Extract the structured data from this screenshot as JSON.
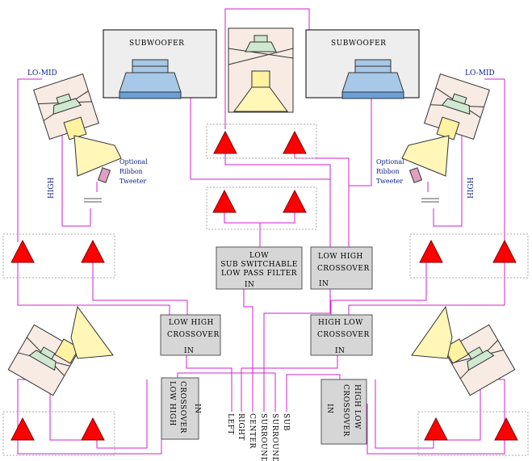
{
  "speakers": {
    "sub_left_label": "SUBWOOFER",
    "sub_right_label": "SUBWOOFER",
    "lomid_left_label": "LO-MID",
    "lomid_right_label": "LO-MID",
    "high_left_label": "HIGH",
    "high_right_label": "HIGH",
    "ribbon_left": [
      "Optional",
      "Ribbon",
      "Tweeter"
    ],
    "ribbon_right": [
      "Optional",
      "Ribbon",
      "Tweeter"
    ]
  },
  "boxes": {
    "sub_filter": [
      "LOW",
      "SUB SWITCHABLE",
      "LOW PASS FILTER",
      "IN"
    ],
    "crossover_right_upper": [
      "LOW  HIGH",
      "CROSSOVER",
      "IN"
    ],
    "crossover_left_mid": [
      "LOW  HIGH",
      "CROSSOVER",
      "IN"
    ],
    "crossover_right_mid": [
      "HIGH  LOW",
      "CROSSOVER",
      "IN"
    ],
    "crossover_left_low": [
      "LOW  HIGH",
      "CROSSOVER",
      "IN"
    ],
    "crossover_right_low": [
      "HIGH  LOW",
      "CROSSOVER",
      "IN"
    ]
  },
  "inputs": [
    "LEFT",
    "RIGHT",
    "CENTER",
    "SURROUND L",
    "SURROUND R",
    "SUB"
  ],
  "colors": {
    "wire": "#d020d0",
    "amplifier": "#ff0000",
    "label_blue": "#0b1f8a",
    "box_fill": "#d6d6d6"
  }
}
